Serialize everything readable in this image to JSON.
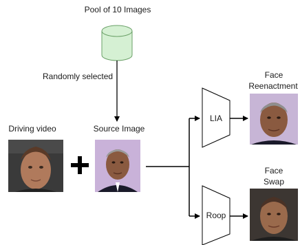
{
  "pool": {
    "label": "Pool of 10 Images",
    "fill_color": "#d5f0d3",
    "stroke_color": "#6aa067"
  },
  "arrow_label": "Randomly selected",
  "driving_video": {
    "label": "Driving video",
    "icon": "face-thumbnail"
  },
  "plus_symbol": "+",
  "source_image": {
    "label": "Source Image",
    "icon": "face-thumbnail"
  },
  "models": [
    {
      "name": "LIA"
    },
    {
      "name": "Roop"
    }
  ],
  "outputs": [
    {
      "label_line1": "Face",
      "label_line2": "Reenactment"
    },
    {
      "label_line1": "Face",
      "label_line2": "Swap"
    }
  ],
  "colors": {
    "line": "#000000",
    "text": "#1a1a1a",
    "source_background": "#c9b2d9"
  }
}
